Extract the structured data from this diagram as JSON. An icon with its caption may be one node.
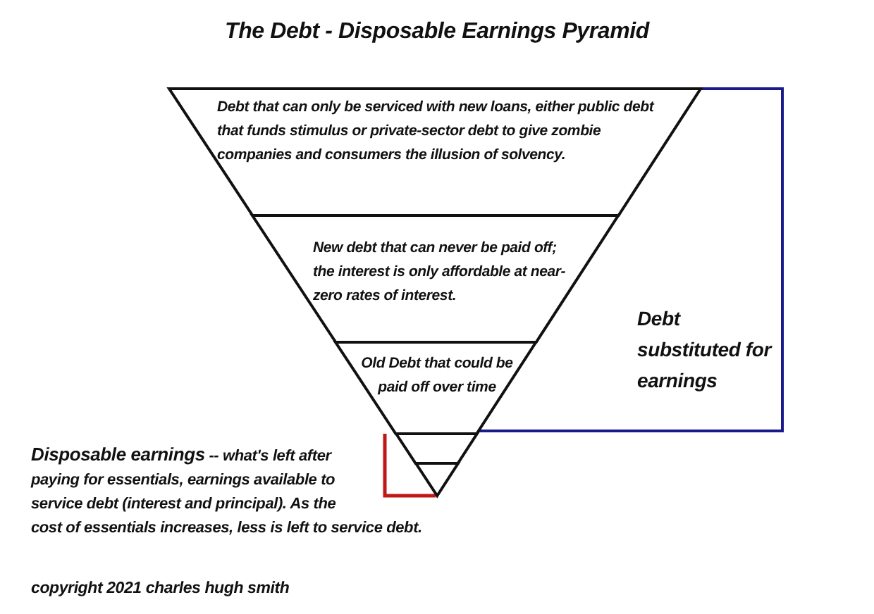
{
  "diagram": {
    "title": "The Debt - Disposable Earnings Pyramid",
    "nodes": [
      {
        "text": [
          "Debt that can only be serviced with new loans, either public debt that funds stimulus or private-sector debt to give zombie companies and consumers the illusion of solvency."
        ]
      },
      {
        "text": [
          "New debt that can never be paid off; the interest is only affordable at near-zero rates of interest."
        ]
      },
      {
        "text": [
          "Old Debt that could be paid off over time"
        ]
      },
      {
        "text": [],
        "shape": "band"
      },
      {
        "text": [],
        "shape": "triangle"
      }
    ],
    "edges": [],
    "labels": [
      "Debt substituted for earnings",
      "**Disposable earnings** -- what's left after paying for essentials, earnings available to service debt (interest and principal).  As the cost of essentials increases, less is left to service debt.",
      "copyright 2021  charles hugh smith"
    ]
  }
}
